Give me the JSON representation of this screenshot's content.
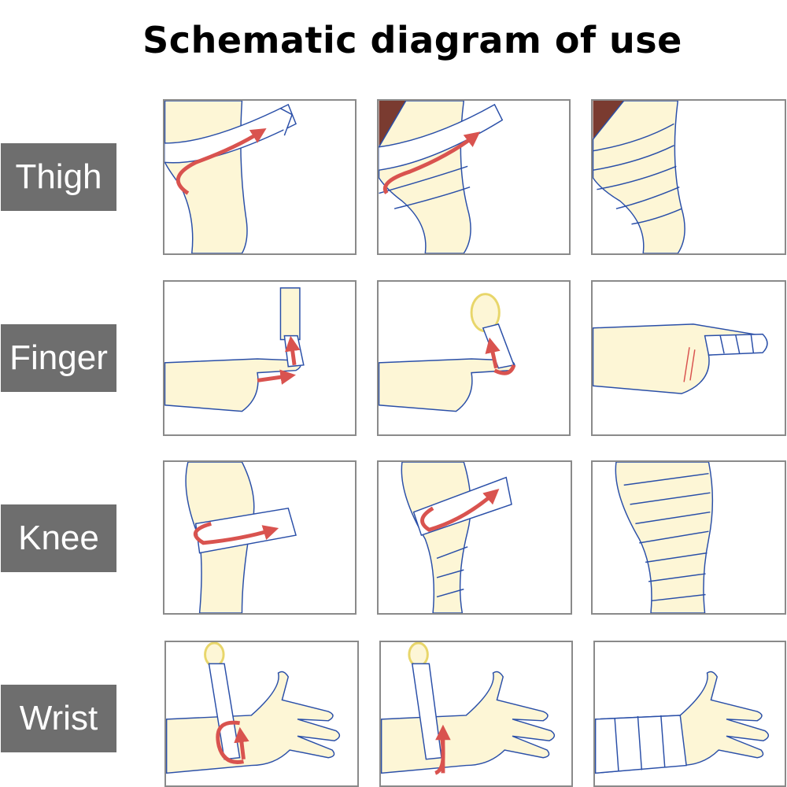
{
  "title": "Schematic diagram of use",
  "rows": [
    {
      "label": "Thigh",
      "icon": "thigh-bandage-steps"
    },
    {
      "label": "Finger",
      "icon": "finger-bandage-steps"
    },
    {
      "label": "Knee",
      "icon": "knee-bandage-steps"
    },
    {
      "label": "Wrist",
      "icon": "wrist-bandage-steps"
    }
  ],
  "colors": {
    "skin": "#fdf6d6",
    "outline": "#2a4fa8",
    "arrow": "#d9534f",
    "label_bg": "#6e6e6e",
    "label_text": "#ffffff",
    "panel_border": "#8a8a8a"
  }
}
